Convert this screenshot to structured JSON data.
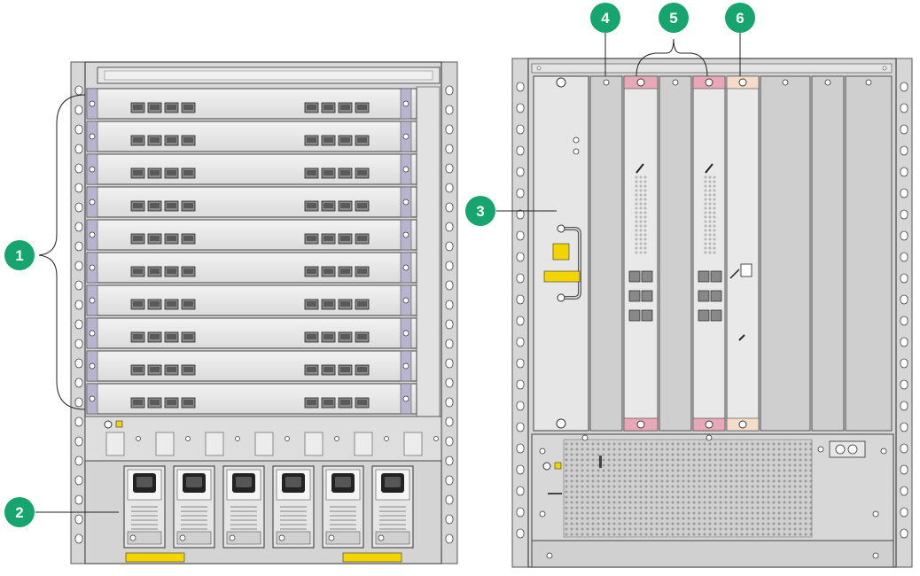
{
  "callouts": [
    {
      "id": "1",
      "label": "1"
    },
    {
      "id": "2",
      "label": "2"
    },
    {
      "id": "3",
      "label": "3"
    },
    {
      "id": "4",
      "label": "4"
    },
    {
      "id": "5",
      "label": "5"
    },
    {
      "id": "6",
      "label": "6"
    }
  ],
  "colors": {
    "callout": "#16a56f",
    "chassis": "#cfcfcf",
    "card": "#e7e7e7",
    "card_edge": "#b8b4cf",
    "highlight_pink": "#e7a8b8",
    "warning": "#f2d400"
  },
  "front": {
    "slot_count": 10,
    "ports_per_group": 4,
    "power_supply_count": 6
  },
  "rear": {
    "fabric_count": 6
  }
}
